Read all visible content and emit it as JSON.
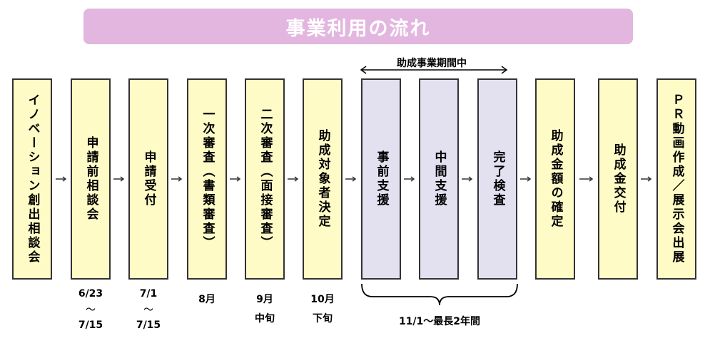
{
  "title": "事業利用の流れ",
  "period_label": "助成事業期間中",
  "bracket_label": "11/1～最長2年間",
  "colors": {
    "banner": "#e3b6df",
    "step_yellow": "#fffbc6",
    "step_purple": "#e3e0f0",
    "border": "#333333"
  },
  "steps": [
    {
      "label": "イノベーション創出相談会"
    },
    {
      "label": "申請前相談会",
      "date": {
        "from": "6/23",
        "sep": "～",
        "to": "7/15"
      }
    },
    {
      "label": "申請受付",
      "date": {
        "from": "7/1",
        "sep": "～",
        "to": "7/15"
      }
    },
    {
      "label": "一次審査（書類審査）",
      "date": {
        "line1": "8月"
      }
    },
    {
      "label": "二次審査（面接審査）",
      "date": {
        "line1": "9月",
        "line2": "中旬"
      }
    },
    {
      "label": "助成対象者決定",
      "date": {
        "line1": "10月",
        "line2": "下旬"
      }
    },
    {
      "label": "事前支援"
    },
    {
      "label": "中間支援"
    },
    {
      "label": "完了検査"
    },
    {
      "label": "助成金額の確定"
    },
    {
      "label": "助成金交付"
    },
    {
      "label": "ＰＲ動画作成／展示会出展"
    }
  ]
}
